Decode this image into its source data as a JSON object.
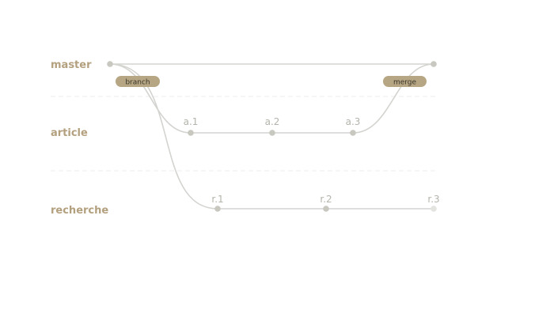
{
  "branches": {
    "master": "master",
    "article": "article",
    "recherche": "recherche"
  },
  "commits": {
    "article": [
      "a.1",
      "a.2",
      "a.3"
    ],
    "recherche": [
      "r.1",
      "r.2",
      "r.3"
    ]
  },
  "tags": {
    "branch": "branch",
    "merge": "merge"
  },
  "colors": {
    "label": "#b3a07f",
    "pill": "#b6a683",
    "edge": "#d3d3d0",
    "commit": "#c8c8c0"
  }
}
